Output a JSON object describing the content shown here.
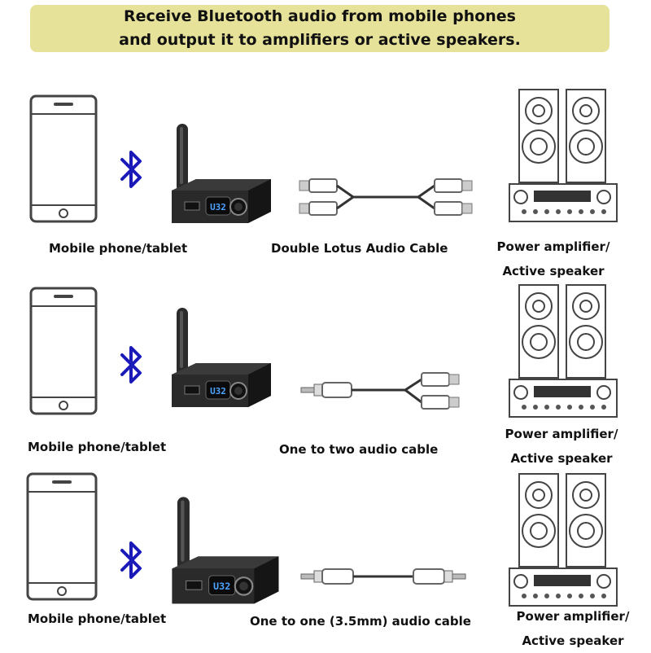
{
  "banner": {
    "line1": "Receive Bluetooth audio from mobile phones",
    "line2": "and output it to amplifiers or active speakers."
  },
  "rows": [
    {
      "phone_label": "Mobile phone/tablet",
      "cable_label": "Double Lotus Audio Cable",
      "amp_label_line1": "Power amplifier/",
      "amp_label_line2": "Active speaker",
      "device_display": "U32",
      "cable_type": "rca-to-rca"
    },
    {
      "phone_label": "Mobile phone/tablet",
      "cable_label": "One to two audio cable",
      "amp_label_line1": "Power amplifier/",
      "amp_label_line2": "Active speaker",
      "device_display": "U32",
      "cable_type": "3.5mm-to-rca"
    },
    {
      "phone_label": "Mobile phone/tablet",
      "cable_label": "One to one (3.5mm) audio cable",
      "amp_label_line1": "Power amplifier/",
      "amp_label_line2": "Active speaker",
      "device_display": "U32",
      "cable_type": "3.5mm-to-3.5mm"
    }
  ],
  "colors": {
    "banner_bg": "#e6e29a",
    "bluetooth": "#1a1ab8",
    "device_body": "#2a2a2a",
    "display_digits": "#4da3ff"
  },
  "icons": [
    "phone-icon",
    "bluetooth-icon",
    "bluetooth-receiver-icon",
    "audio-cable-icon",
    "speaker-amplifier-icon"
  ]
}
